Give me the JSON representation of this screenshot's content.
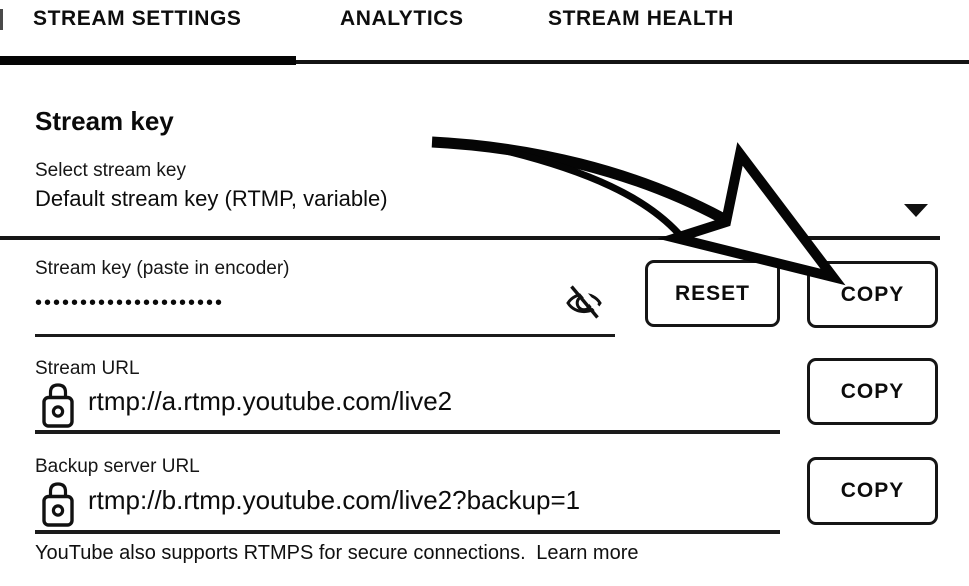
{
  "tabs": {
    "items": [
      {
        "label": "STREAM SETTINGS",
        "active": true
      },
      {
        "label": "ANALYTICS",
        "active": false
      },
      {
        "label": "STREAM HEALTH",
        "active": false
      }
    ]
  },
  "stream_key": {
    "title": "Stream key",
    "select_label": "Select stream key",
    "select_value": "Default stream key (RTMP, variable)",
    "key_label": "Stream key (paste in encoder)",
    "key_masked": "•••••••••••••••••••••",
    "reset_label": "RESET",
    "copy_label": "COPY"
  },
  "stream_url": {
    "label": "Stream URL",
    "value": "rtmp://a.rtmp.youtube.com/live2",
    "copy_label": "COPY"
  },
  "backup_url": {
    "label": "Backup server URL",
    "value": "rtmp://b.rtmp.youtube.com/live2?backup=1",
    "copy_label": "COPY"
  },
  "footer": {
    "note": "YouTube also supports RTMPS for secure connections.",
    "link": "Learn more"
  },
  "icons": {
    "select_caret": "triangle-down",
    "key_visibility": "eye-off",
    "stream_url_lock": "padlock",
    "backup_url_lock": "padlock",
    "annotation": "hand-drawn-arrow-pointing-to-copy"
  },
  "colors": {
    "text": "#111111",
    "background": "#ffffff",
    "line": "#161616",
    "button_border": "#151515"
  }
}
